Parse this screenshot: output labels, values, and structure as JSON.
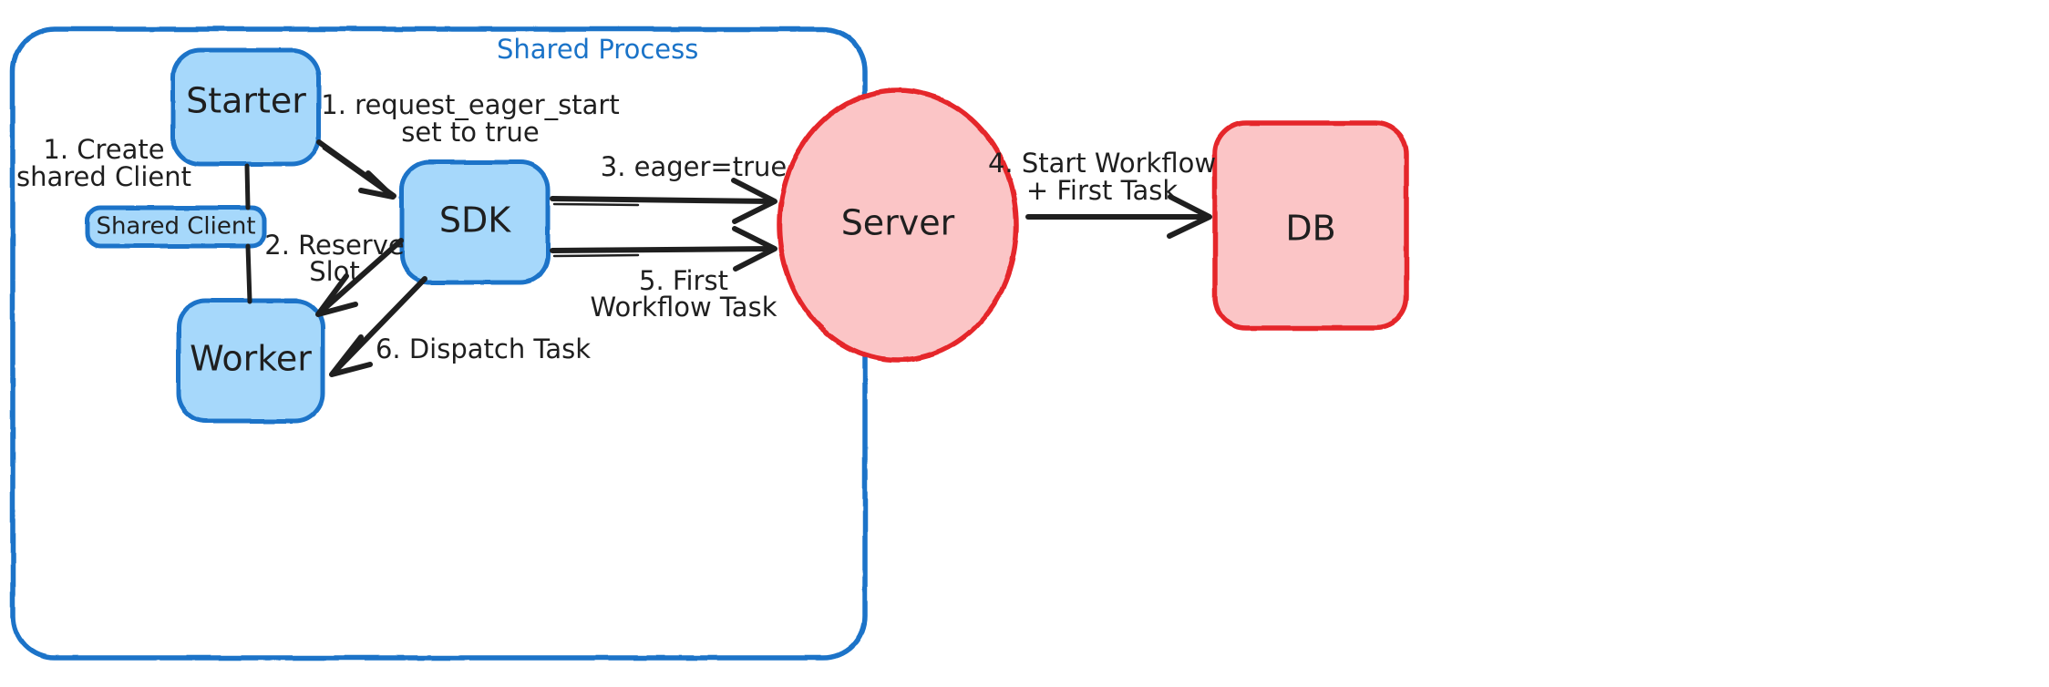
{
  "diagram": {
    "title_visible": false,
    "colors": {
      "blue_stroke": "#1a73c8",
      "blue_fill": "#a6d8fb",
      "red_stroke": "#e5262b",
      "red_fill": "#fbc5c6",
      "arrow": "#1f1f1f",
      "background": "#ffffff"
    },
    "group": {
      "label": "Shared Process",
      "name": "shared-process-boundary"
    },
    "nodes": [
      {
        "id": "starter",
        "label": "Starter",
        "shape": "rounded-rect",
        "color": "blue"
      },
      {
        "id": "shared-client",
        "label": "Shared Client",
        "shape": "rounded-rect",
        "color": "blue"
      },
      {
        "id": "worker",
        "label": "Worker",
        "shape": "rounded-rect",
        "color": "blue"
      },
      {
        "id": "sdk",
        "label": "SDK",
        "shape": "rounded-rect",
        "color": "blue"
      },
      {
        "id": "server",
        "label": "Server",
        "shape": "ellipse",
        "color": "red"
      },
      {
        "id": "db",
        "label": "DB",
        "shape": "rounded-rect",
        "color": "red"
      }
    ],
    "edge_labels": [
      {
        "id": "step1-create",
        "line1": "1. Create",
        "line2": "shared Client"
      },
      {
        "id": "step1-request",
        "line1": "1. request_eager_start",
        "line2": "set to true"
      },
      {
        "id": "step2-reserve",
        "line1": "2. Reserve",
        "line2": "Slot"
      },
      {
        "id": "step3-eager",
        "line1": "3. eager=true",
        "line2": ""
      },
      {
        "id": "step4-start",
        "line1": "4. Start Workflow",
        "line2": "+ First Task"
      },
      {
        "id": "step5-first",
        "line1": "5. First",
        "line2": "Workflow Task"
      },
      {
        "id": "step6-dispatch",
        "line1": "6. Dispatch Task",
        "line2": ""
      }
    ]
  }
}
